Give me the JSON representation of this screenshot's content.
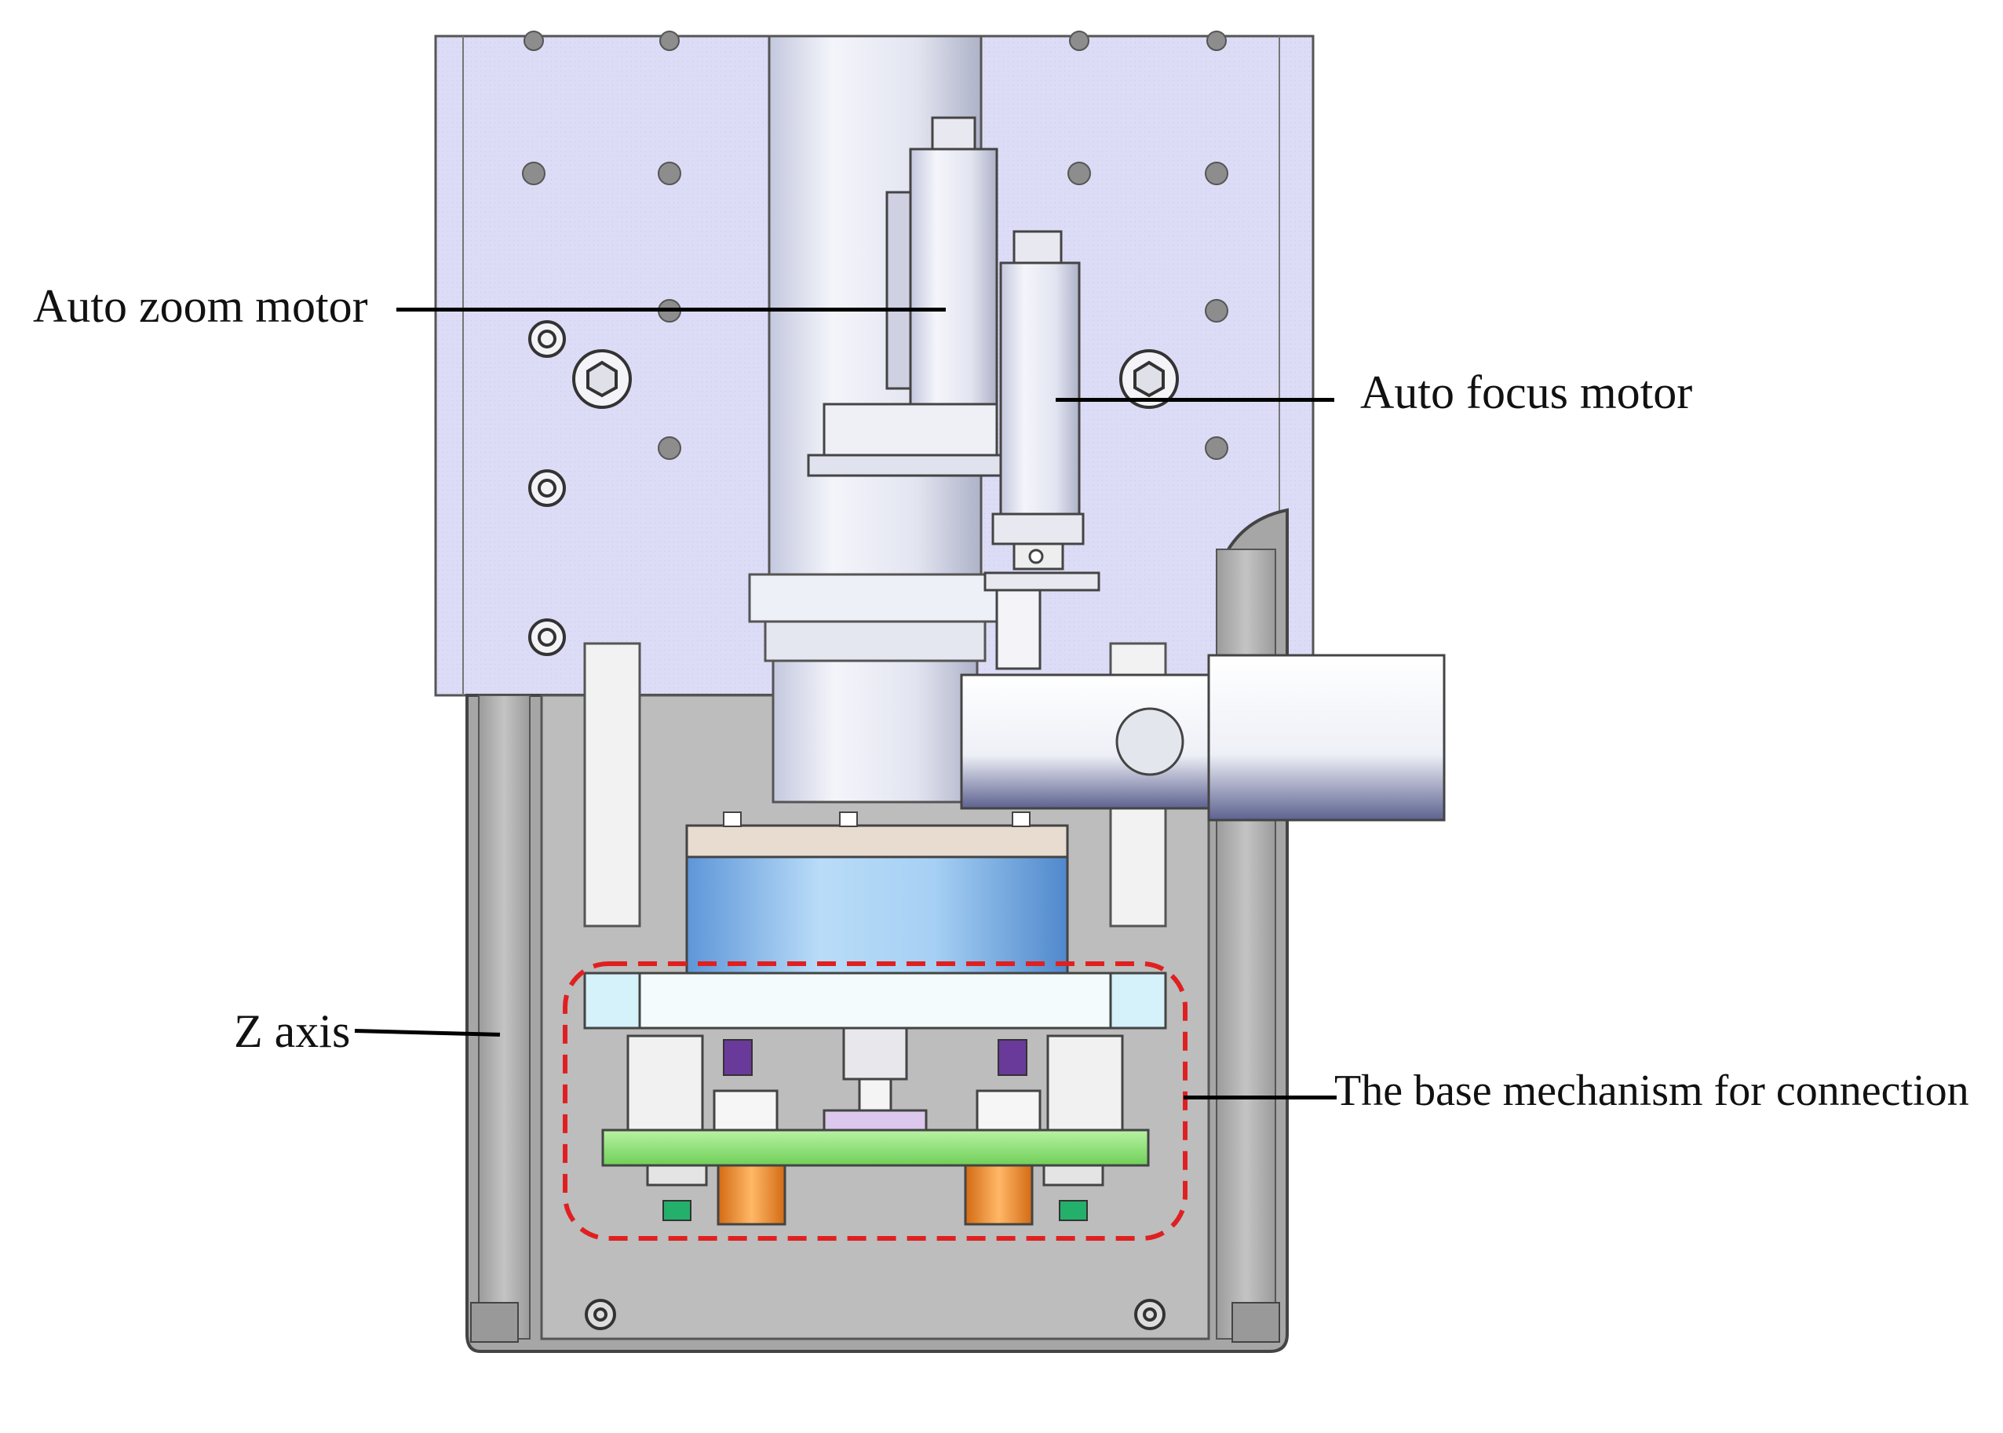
{
  "annotations": {
    "auto_zoom_motor": "Auto zoom motor",
    "auto_focus_motor": "Auto focus motor",
    "z_axis": "Z axis",
    "base_mechanism": "The base mechanism for connection"
  },
  "colors": {
    "upper_plate": "#dcdcf6",
    "frame_gray": "#a9a9a9",
    "inner_gray": "#bcbcbc",
    "cylinder_blue": "#7fb2e8",
    "green_plate": "#8fe07a",
    "orange_spacer": "#f08a2a",
    "dashed_highlight": "#e02020"
  }
}
